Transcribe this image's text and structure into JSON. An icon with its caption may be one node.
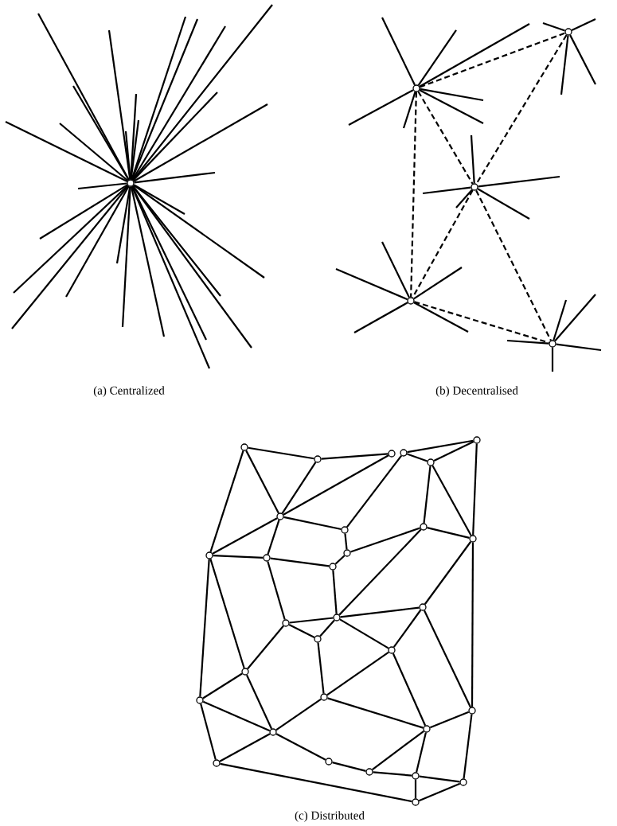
{
  "diagram": {
    "nodes": [
      {
        "text": [],
        "shape": "circle"
      },
      {
        "text": [],
        "shape": "circle"
      },
      {
        "text": [],
        "shape": "circle"
      },
      {
        "text": [],
        "shape": "circle"
      },
      {
        "text": [],
        "shape": "circle"
      },
      {
        "text": [],
        "shape": "circle"
      },
      {
        "text": [],
        "shape": "circle"
      },
      {
        "text": [],
        "shape": "circle"
      },
      {
        "text": [],
        "shape": "circle"
      },
      {
        "text": [],
        "shape": "circle"
      },
      {
        "text": [],
        "shape": "circle"
      },
      {
        "text": [],
        "shape": "circle"
      },
      {
        "text": [],
        "shape": "circle"
      },
      {
        "text": [],
        "shape": "circle"
      },
      {
        "text": [],
        "shape": "circle"
      },
      {
        "text": [],
        "shape": "circle"
      },
      {
        "text": [],
        "shape": "circle"
      },
      {
        "text": [],
        "shape": "circle"
      },
      {
        "text": [],
        "shape": "circle"
      },
      {
        "text": [],
        "shape": "circle"
      },
      {
        "text": [],
        "shape": "circle"
      },
      {
        "text": [],
        "shape": "circle"
      },
      {
        "text": [],
        "shape": "circle"
      },
      {
        "text": [],
        "shape": "circle"
      },
      {
        "text": [],
        "shape": "circle"
      },
      {
        "text": [],
        "shape": "circle"
      },
      {
        "text": [],
        "shape": "circle"
      },
      {
        "text": [],
        "shape": "circle"
      },
      {
        "text": [],
        "shape": "circle"
      },
      {
        "text": [],
        "shape": "circle"
      },
      {
        "text": [],
        "shape": "circle"
      },
      {
        "text": [],
        "shape": "circle"
      },
      {
        "text": [],
        "shape": "circle"
      },
      {
        "text": [],
        "shape": "circle"
      },
      {
        "text": [],
        "shape": "circle"
      },
      {
        "text": [],
        "shape": "circle"
      },
      {
        "text": [],
        "shape": "circle"
      }
    ],
    "edges": [
      {
        "from": 0,
        "to": null,
        "arrow": "none"
      },
      {
        "from": 0,
        "to": null,
        "arrow": "none"
      },
      {
        "from": 0,
        "to": null,
        "arrow": "none"
      },
      {
        "from": 0,
        "to": null,
        "arrow": "none"
      },
      {
        "from": 0,
        "to": null,
        "arrow": "none"
      },
      {
        "from": 0,
        "to": null,
        "arrow": "none"
      },
      {
        "from": 0,
        "to": null,
        "arrow": "none"
      },
      {
        "from": 0,
        "to": null,
        "arrow": "none"
      },
      {
        "from": 0,
        "to": null,
        "arrow": "none"
      },
      {
        "from": 0,
        "to": null,
        "arrow": "none"
      },
      {
        "from": 0,
        "to": null,
        "arrow": "none"
      },
      {
        "from": 0,
        "to": null,
        "arrow": "none"
      },
      {
        "from": 0,
        "to": null,
        "arrow": "none"
      },
      {
        "from": 0,
        "to": null,
        "arrow": "none"
      },
      {
        "from": 0,
        "to": null,
        "arrow": "none"
      },
      {
        "from": 0,
        "to": null,
        "arrow": "none"
      },
      {
        "from": 0,
        "to": null,
        "arrow": "none"
      },
      {
        "from": 0,
        "to": null,
        "arrow": "none"
      },
      {
        "from": 0,
        "to": null,
        "arrow": "none"
      },
      {
        "from": 0,
        "to": null,
        "arrow": "none"
      },
      {
        "from": 0,
        "to": null,
        "arrow": "none"
      },
      {
        "from": 0,
        "to": null,
        "arrow": "none"
      },
      {
        "from": 0,
        "to": null,
        "arrow": "none"
      },
      {
        "from": 0,
        "to": null,
        "arrow": "none"
      },
      {
        "from": 0,
        "to": null,
        "arrow": "none"
      },
      {
        "from": 0,
        "to": null,
        "arrow": "none"
      },
      {
        "from": 0,
        "to": null,
        "arrow": "none"
      },
      {
        "from": 0,
        "to": null,
        "arrow": "none"
      },
      {
        "from": 0,
        "to": null,
        "arrow": "none"
      },
      {
        "from": 1,
        "to": null,
        "arrow": "none"
      },
      {
        "from": 1,
        "to": null,
        "arrow": "none"
      },
      {
        "from": 1,
        "to": null,
        "arrow": "none"
      },
      {
        "from": 1,
        "to": null,
        "arrow": "none"
      },
      {
        "from": 1,
        "to": null,
        "arrow": "none"
      },
      {
        "from": 1,
        "to": null,
        "arrow": "none"
      },
      {
        "from": 1,
        "to": null,
        "arrow": "none"
      },
      {
        "from": 2,
        "to": null,
        "arrow": "none"
      },
      {
        "from": 2,
        "to": null,
        "arrow": "none"
      },
      {
        "from": 2,
        "to": null,
        "arrow": "none"
      },
      {
        "from": 2,
        "to": null,
        "arrow": "none"
      },
      {
        "from": 3,
        "to": null,
        "arrow": "none"
      },
      {
        "from": 3,
        "to": null,
        "arrow": "none"
      },
      {
        "from": 3,
        "to": null,
        "arrow": "none"
      },
      {
        "from": 3,
        "to": null,
        "arrow": "none"
      },
      {
        "from": 3,
        "to": null,
        "arrow": "none"
      },
      {
        "from": 4,
        "to": null,
        "arrow": "none"
      },
      {
        "from": 4,
        "to": null,
        "arrow": "none"
      },
      {
        "from": 4,
        "to": null,
        "arrow": "none"
      },
      {
        "from": 4,
        "to": null,
        "arrow": "none"
      },
      {
        "from": 4,
        "to": null,
        "arrow": "none"
      },
      {
        "from": 5,
        "to": null,
        "arrow": "none"
      },
      {
        "from": 5,
        "to": null,
        "arrow": "none"
      },
      {
        "from": 5,
        "to": null,
        "arrow": "none"
      },
      {
        "from": 5,
        "to": null,
        "arrow": "none"
      },
      {
        "from": 5,
        "to": null,
        "arrow": "none"
      },
      {
        "from": 1,
        "to": 2,
        "arrow": "none",
        "style": "dashed"
      },
      {
        "from": 1,
        "to": 3,
        "arrow": "none",
        "style": "dashed"
      },
      {
        "from": 1,
        "to": 4,
        "arrow": "none",
        "style": "dashed"
      },
      {
        "from": 2,
        "to": 3,
        "arrow": "none",
        "style": "dashed"
      },
      {
        "from": 3,
        "to": 4,
        "arrow": "none",
        "style": "dashed"
      },
      {
        "from": 3,
        "to": 5,
        "arrow": "none",
        "style": "dashed"
      },
      {
        "from": 4,
        "to": 5,
        "arrow": "none",
        "style": "dashed"
      },
      {
        "from": 6,
        "to": 7,
        "arrow": "none"
      },
      {
        "from": 7,
        "to": 8,
        "arrow": "none"
      },
      {
        "from": 9,
        "to": 10,
        "arrow": "none"
      },
      {
        "from": 10,
        "to": 11,
        "arrow": "none"
      },
      {
        "from": 9,
        "to": 11,
        "arrow": "none"
      },
      {
        "from": 10,
        "to": 15,
        "arrow": "none"
      },
      {
        "from": 15,
        "to": 28,
        "arrow": "none"
      },
      {
        "from": 11,
        "to": 15,
        "arrow": "none"
      },
      {
        "from": 11,
        "to": 14,
        "arrow": "none"
      },
      {
        "from": 6,
        "to": 12,
        "arrow": "none"
      },
      {
        "from": 6,
        "to": 16,
        "arrow": "none"
      },
      {
        "from": 7,
        "to": 12,
        "arrow": "none"
      },
      {
        "from": 8,
        "to": 12,
        "arrow": "none"
      },
      {
        "from": 9,
        "to": 13,
        "arrow": "none"
      },
      {
        "from": 12,
        "to": 13,
        "arrow": "none"
      },
      {
        "from": 12,
        "to": 16,
        "arrow": "none"
      },
      {
        "from": 12,
        "to": 17,
        "arrow": "none"
      },
      {
        "from": 13,
        "to": 18,
        "arrow": "none"
      },
      {
        "from": 14,
        "to": 18,
        "arrow": "none"
      },
      {
        "from": 14,
        "to": 15,
        "arrow": "none"
      },
      {
        "from": 14,
        "to": 21,
        "arrow": "none"
      },
      {
        "from": 16,
        "to": 17,
        "arrow": "none"
      },
      {
        "from": 17,
        "to": 19,
        "arrow": "none"
      },
      {
        "from": 18,
        "to": 19,
        "arrow": "none"
      },
      {
        "from": 19,
        "to": 21,
        "arrow": "none"
      },
      {
        "from": 17,
        "to": 22,
        "arrow": "none"
      },
      {
        "from": 15,
        "to": 20,
        "arrow": "none"
      },
      {
        "from": 21,
        "to": 20,
        "arrow": "none"
      },
      {
        "from": 22,
        "to": 21,
        "arrow": "none"
      },
      {
        "from": 16,
        "to": 26,
        "arrow": "none"
      },
      {
        "from": 16,
        "to": 25,
        "arrow": "none"
      },
      {
        "from": 22,
        "to": 23,
        "arrow": "none"
      },
      {
        "from": 21,
        "to": 23,
        "arrow": "none"
      },
      {
        "from": 21,
        "to": 24,
        "arrow": "none"
      },
      {
        "from": 20,
        "to": 24,
        "arrow": "none"
      },
      {
        "from": 20,
        "to": 28,
        "arrow": "none"
      },
      {
        "from": 22,
        "to": 25,
        "arrow": "none"
      },
      {
        "from": 23,
        "to": 27,
        "arrow": "none"
      },
      {
        "from": 24,
        "to": 27,
        "arrow": "none"
      },
      {
        "from": 24,
        "to": 30,
        "arrow": "none"
      },
      {
        "from": 25,
        "to": 26,
        "arrow": "none"
      },
      {
        "from": 25,
        "to": 29,
        "arrow": "none"
      },
      {
        "from": 26,
        "to": 29,
        "arrow": "none"
      },
      {
        "from": 26,
        "to": 31,
        "arrow": "none"
      },
      {
        "from": 27,
        "to": 29,
        "arrow": "none"
      },
      {
        "from": 27,
        "to": 30,
        "arrow": "none"
      },
      {
        "from": 29,
        "to": 31,
        "arrow": "none"
      },
      {
        "from": 29,
        "to": 32,
        "arrow": "none"
      },
      {
        "from": 32,
        "to": 33,
        "arrow": "none"
      },
      {
        "from": 33,
        "to": 30,
        "arrow": "none"
      },
      {
        "from": 33,
        "to": 34,
        "arrow": "none"
      },
      {
        "from": 30,
        "to": 34,
        "arrow": "none"
      },
      {
        "from": 28,
        "to": 30,
        "arrow": "none"
      },
      {
        "from": 28,
        "to": 35,
        "arrow": "none"
      },
      {
        "from": 34,
        "to": 35,
        "arrow": "none"
      },
      {
        "from": 34,
        "to": 36,
        "arrow": "none"
      },
      {
        "from": 35,
        "to": 36,
        "arrow": "none"
      },
      {
        "from": 31,
        "to": 36,
        "arrow": "none"
      }
    ],
    "labels": [
      "(a) Centralized",
      "(b) Decentralised",
      "(c) Distributed"
    ]
  }
}
